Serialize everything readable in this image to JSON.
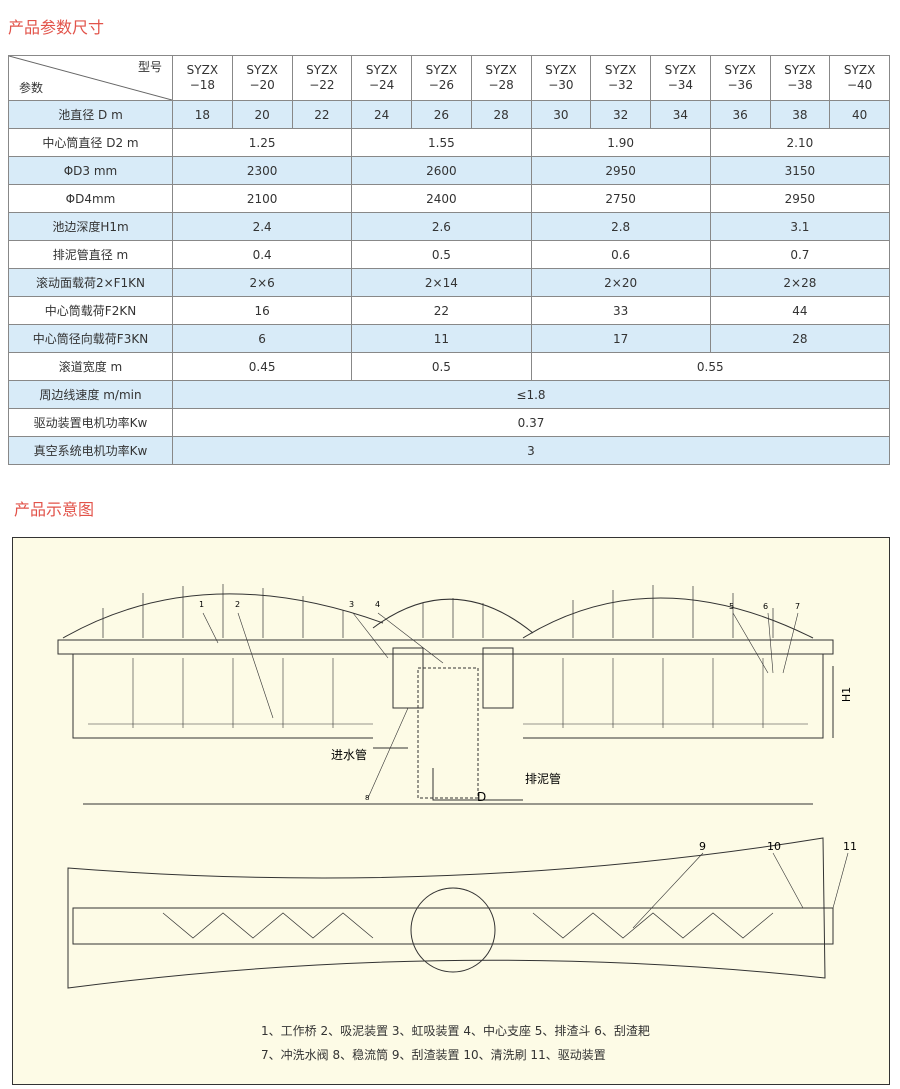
{
  "titles": {
    "params": "产品参数尺寸",
    "diagram": "产品示意图"
  },
  "header": {
    "model": "型号",
    "param": "参数",
    "models": [
      "SYZX −18",
      "SYZX −20",
      "SYZX −22",
      "SYZX −24",
      "SYZX −26",
      "SYZX −28",
      "SYZX −30",
      "SYZX −32",
      "SYZX −34",
      "SYZX −36",
      "SYZX −38",
      "SYZX −40"
    ]
  },
  "rows": [
    {
      "label": "池直径 D m",
      "cells": [
        {
          "v": "18",
          "span": 1
        },
        {
          "v": "20",
          "span": 1
        },
        {
          "v": "22",
          "span": 1
        },
        {
          "v": "24",
          "span": 1
        },
        {
          "v": "26",
          "span": 1
        },
        {
          "v": "28",
          "span": 1
        },
        {
          "v": "30",
          "span": 1
        },
        {
          "v": "32",
          "span": 1
        },
        {
          "v": "34",
          "span": 1
        },
        {
          "v": "36",
          "span": 1
        },
        {
          "v": "38",
          "span": 1
        },
        {
          "v": "40",
          "span": 1
        }
      ]
    },
    {
      "label": "中心筒直径 D2 m",
      "cells": [
        {
          "v": "1.25",
          "span": 3
        },
        {
          "v": "1.55",
          "span": 3
        },
        {
          "v": "1.90",
          "span": 3
        },
        {
          "v": "2.10",
          "span": 3
        }
      ]
    },
    {
      "label": "ΦD3 mm",
      "cells": [
        {
          "v": "2300",
          "span": 3
        },
        {
          "v": "2600",
          "span": 3
        },
        {
          "v": "2950",
          "span": 3
        },
        {
          "v": "3150",
          "span": 3
        }
      ]
    },
    {
      "label": "ΦD4mm",
      "cells": [
        {
          "v": "2100",
          "span": 3
        },
        {
          "v": "2400",
          "span": 3
        },
        {
          "v": "2750",
          "span": 3
        },
        {
          "v": "2950",
          "span": 3
        }
      ]
    },
    {
      "label": "池边深度H1m",
      "cells": [
        {
          "v": "2.4",
          "span": 3
        },
        {
          "v": "2.6",
          "span": 3
        },
        {
          "v": "2.8",
          "span": 3
        },
        {
          "v": "3.1",
          "span": 3
        }
      ]
    },
    {
      "label": "排泥管直径  m",
      "cells": [
        {
          "v": "0.4",
          "span": 3
        },
        {
          "v": "0.5",
          "span": 3
        },
        {
          "v": "0.6",
          "span": 3
        },
        {
          "v": "0.7",
          "span": 3
        }
      ]
    },
    {
      "label": "滚动面载荷2×F1KN",
      "cells": [
        {
          "v": "2×6",
          "span": 3
        },
        {
          "v": "2×14",
          "span": 3
        },
        {
          "v": "2×20",
          "span": 3
        },
        {
          "v": "2×28",
          "span": 3
        }
      ]
    },
    {
      "label": "中心筒载荷F2KN",
      "cells": [
        {
          "v": "16",
          "span": 3
        },
        {
          "v": "22",
          "span": 3
        },
        {
          "v": "33",
          "span": 3
        },
        {
          "v": "44",
          "span": 3
        }
      ]
    },
    {
      "label": "中心筒径向载荷F3KN",
      "cells": [
        {
          "v": "6",
          "span": 3
        },
        {
          "v": "11",
          "span": 3
        },
        {
          "v": "17",
          "span": 3
        },
        {
          "v": "28",
          "span": 3
        }
      ]
    },
    {
      "label": "滚道宽度   m",
      "cells": [
        {
          "v": "0.45",
          "span": 3
        },
        {
          "v": "0.5",
          "span": 3
        },
        {
          "v": "0.55",
          "span": 6
        }
      ]
    },
    {
      "label": "周边线速度 m/min",
      "cells": [
        {
          "v": "≤1.8",
          "span": 12
        }
      ]
    },
    {
      "label": "驱动装置电机功率Kw",
      "cells": [
        {
          "v": "0.37",
          "span": 12
        }
      ]
    },
    {
      "label": "真空系统电机功率Kw",
      "cells": [
        {
          "v": "3",
          "span": 12
        }
      ]
    }
  ],
  "drawing": {
    "inlet": "进水管",
    "outlet": "排泥管",
    "D": "D",
    "H1": "H1",
    "callouts": [
      "1",
      "2",
      "3",
      "4",
      "5",
      "6",
      "7",
      "8",
      "9",
      "10",
      "11"
    ]
  },
  "legend": [
    "1、工作桥  2、吸泥装置  3、虹吸装置  4、中心支座  5、排渣斗  6、刮渣耙",
    "7、冲洗水阀  8、稳流筒  9、刮渣装置  10、清洗刷  11、驱动装置"
  ]
}
